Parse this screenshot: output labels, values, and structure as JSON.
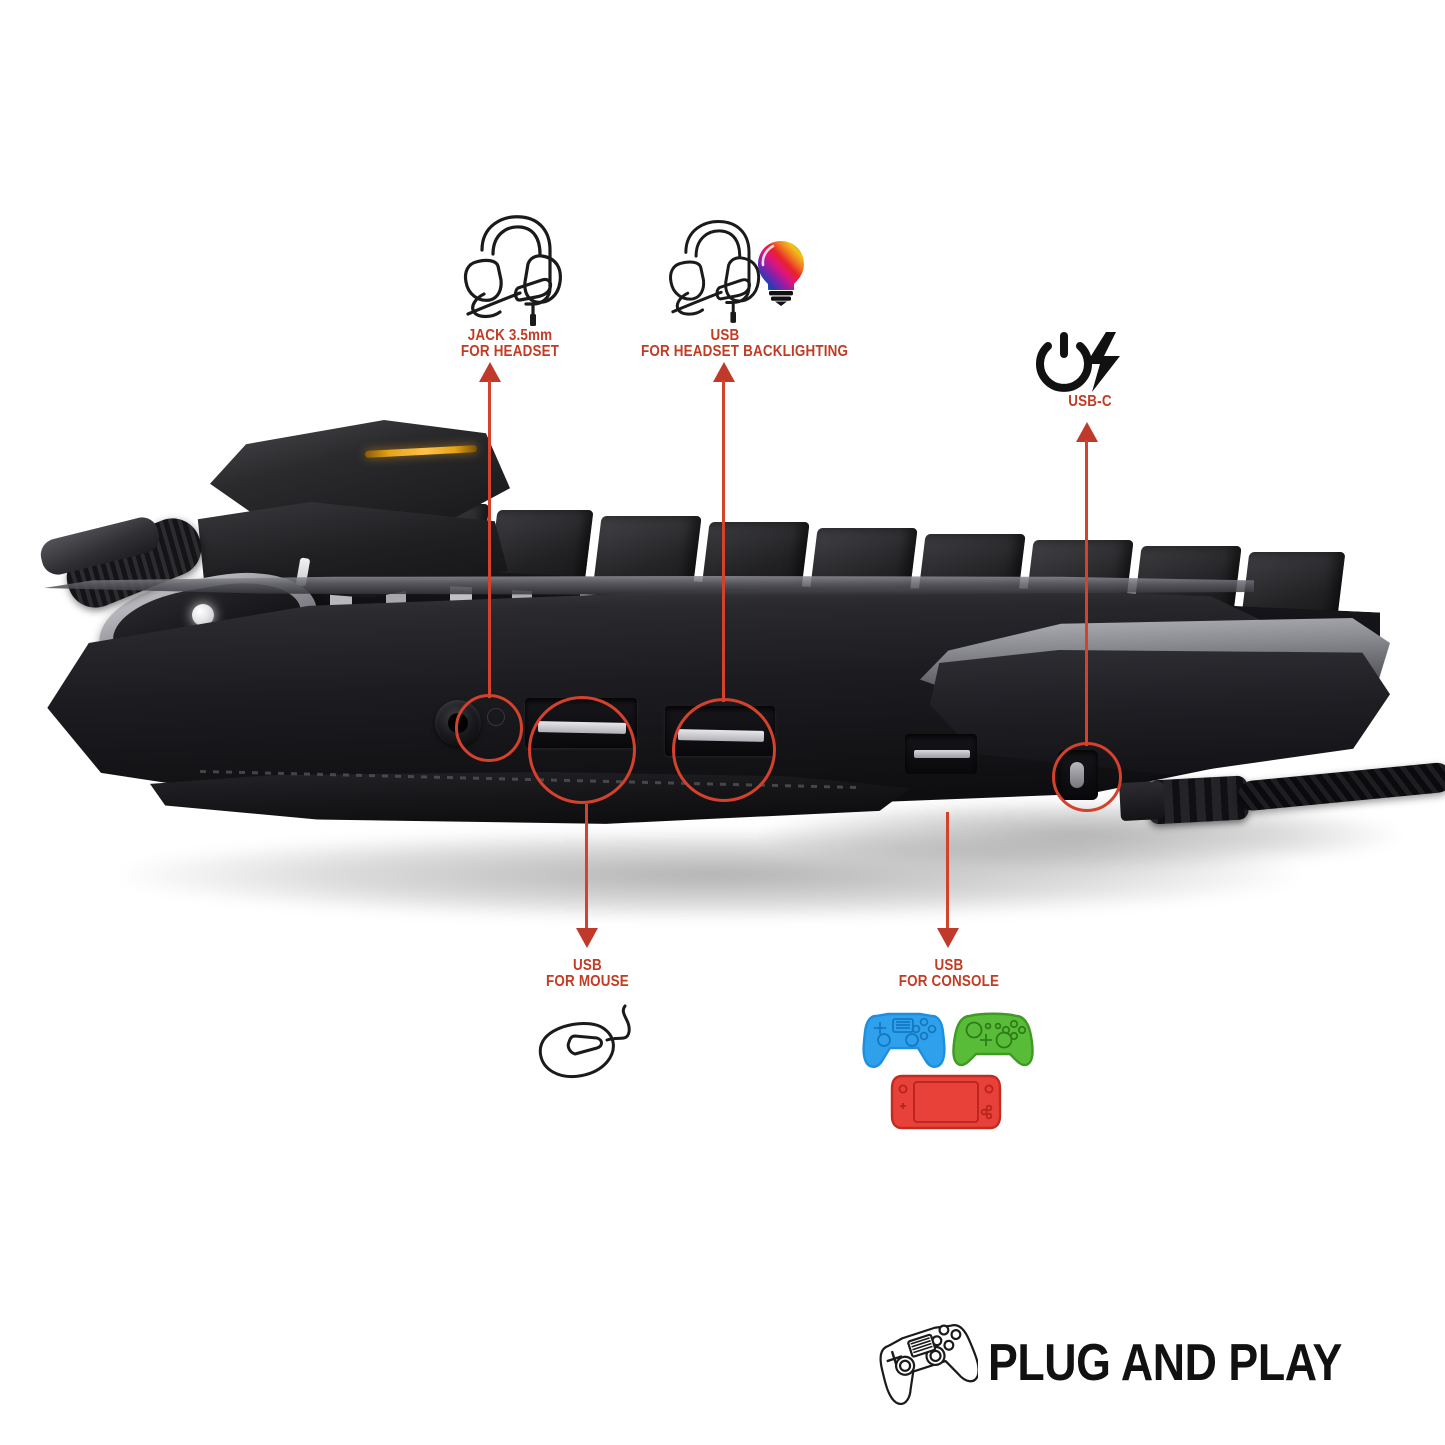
{
  "product": {
    "name": "gaming-keypad-converter",
    "accent_led_color": "#E8A317",
    "body_color": "#1d1d1f",
    "rgb_colors": [
      "#7B2FD6",
      "#1E9BE8",
      "#2ECC2E",
      "#E03030"
    ],
    "cable": "braided-usb-c-cable"
  },
  "colors": {
    "callout_red": "#C23B22",
    "arrow_red": "#D4412C",
    "arrow_head_red": "#C0392B",
    "black": "#111111",
    "ps_blue": "#1B8FE0",
    "xbox_green": "#4CAF2E",
    "switch_red": "#E8362C"
  },
  "callouts": [
    {
      "id": "jack-35mm",
      "icon": "headset-icon",
      "line1": "JACK 3.5mm",
      "line2": "FOR HEADSET",
      "direction": "up"
    },
    {
      "id": "usb-headset-backlighting",
      "icon": "headset-rgb-icon",
      "line1": "USB",
      "line2": "FOR HEADSET BACKLIGHTING",
      "direction": "up"
    },
    {
      "id": "usb-c-power",
      "icon": "power-bolt-icon",
      "line1": "USB-C",
      "line2": "",
      "direction": "up"
    },
    {
      "id": "usb-mouse",
      "icon": "mouse-icon",
      "line1": "USB",
      "line2": "FOR MOUSE",
      "direction": "down"
    },
    {
      "id": "usb-console",
      "icon": "controllers-icon",
      "line1": "USB",
      "line2": "FOR CONSOLE",
      "direction": "down"
    }
  ],
  "footer": {
    "icon": "gamepad-outline-icon",
    "text": "PLUG AND PLAY"
  }
}
